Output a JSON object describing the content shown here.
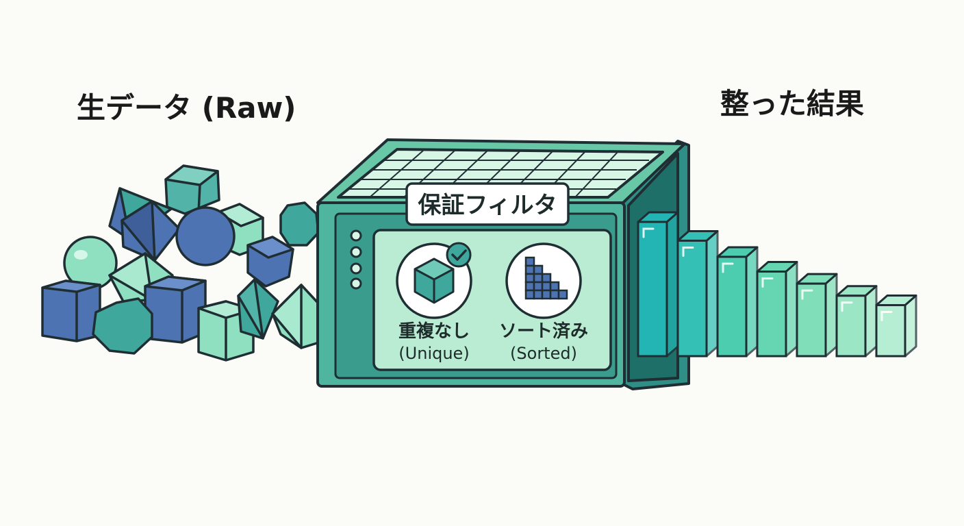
{
  "labels": {
    "raw": "生データ (Raw)",
    "result": "整った結果",
    "filter_title": "保証フィルタ",
    "unique_label": "重複なし",
    "unique_sub": "(Unique)",
    "sorted_label": "ソート済み",
    "sorted_sub": "(Sorted)"
  },
  "icons": {
    "unique": "cube-check-icon",
    "sorted": "stacked-blocks-icon",
    "check": "checkmark-icon"
  },
  "output_bars": {
    "count": 7,
    "relative_heights": [
      1.0,
      0.86,
      0.74,
      0.63,
      0.54,
      0.45,
      0.38
    ],
    "colors": [
      "#22b5b3",
      "#34c0b4",
      "#4ccdb0",
      "#66d6b2",
      "#80deb8",
      "#9be6c4",
      "#b5eed2"
    ]
  },
  "colors": {
    "outline": "#1f2e33",
    "machine_dark": "#2f8f86",
    "machine_light": "#67c7a7",
    "panel": "#b9ecd2",
    "shape_blue": "#4e73b3",
    "shape_teal": "#3fa79b",
    "shape_mint": "#8fe0c0",
    "background": "#fbfbf8"
  }
}
